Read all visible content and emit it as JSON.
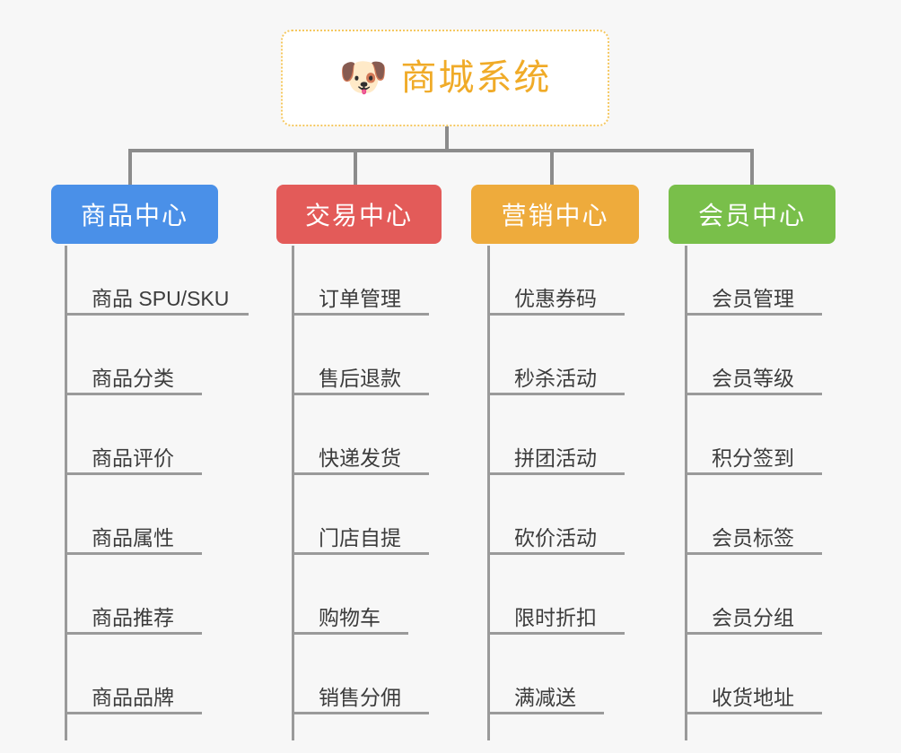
{
  "background_color": "#f7f7f7",
  "root": {
    "icon": "dog-face-emoji",
    "emoji": "🐶",
    "title": "商城系统",
    "title_color": "#f0ab28",
    "border_color": "#f5c860",
    "card_background": "#ffffff"
  },
  "branches": [
    {
      "label": "商品中心",
      "color": "#4a90e8",
      "items": [
        "商品 SPU/SKU",
        "商品分类",
        "商品评价",
        "商品属性",
        "商品推荐",
        "商品品牌"
      ]
    },
    {
      "label": "交易中心",
      "color": "#e35b59",
      "items": [
        "订单管理",
        "售后退款",
        "快递发货",
        "门店自提",
        "购物车",
        "销售分佣"
      ]
    },
    {
      "label": "营销中心",
      "color": "#eeab3c",
      "items": [
        "优惠券码",
        "秒杀活动",
        "拼团活动",
        "砍价活动",
        "限时折扣",
        "满减送"
      ]
    },
    {
      "label": "会员中心",
      "color": "#79bf4a",
      "items": [
        "会员管理",
        "会员等级",
        "积分签到",
        "会员标签",
        "会员分组",
        "收货地址"
      ]
    }
  ],
  "connector_color": "#8c8c8c",
  "leaf_line_color": "#9a9a9a",
  "leaf_text_color": "#3c3c3c"
}
